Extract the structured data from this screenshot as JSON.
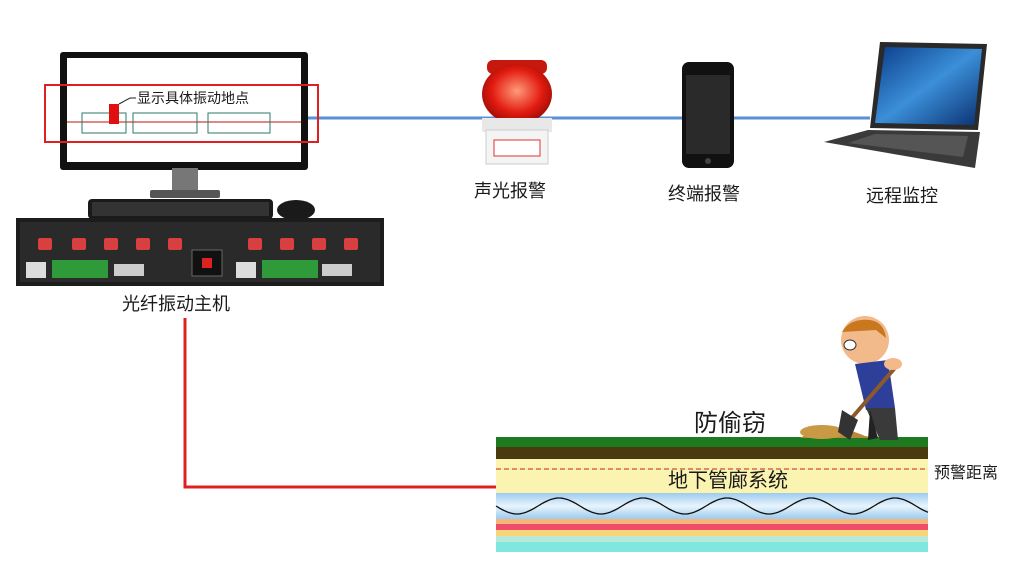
{
  "labels": {
    "screen_callout": "显示具体振动地点",
    "host": "光纤振动主机",
    "alarm_light": "声光报警",
    "terminal": "终端报警",
    "remote": "远程监控",
    "theft": "防偷窃",
    "tunnel": "地下管廊系统",
    "warning_distance": "预警距离"
  },
  "colors": {
    "network_line": "#5b8fd6",
    "fiber_line": "#e02020",
    "highlight_box": "#e02020",
    "grass": "#1e7a1e",
    "soil": "#4a3a10",
    "tunnel_band": "#fbf3b0",
    "cable_band": "#bfe0f7"
  }
}
